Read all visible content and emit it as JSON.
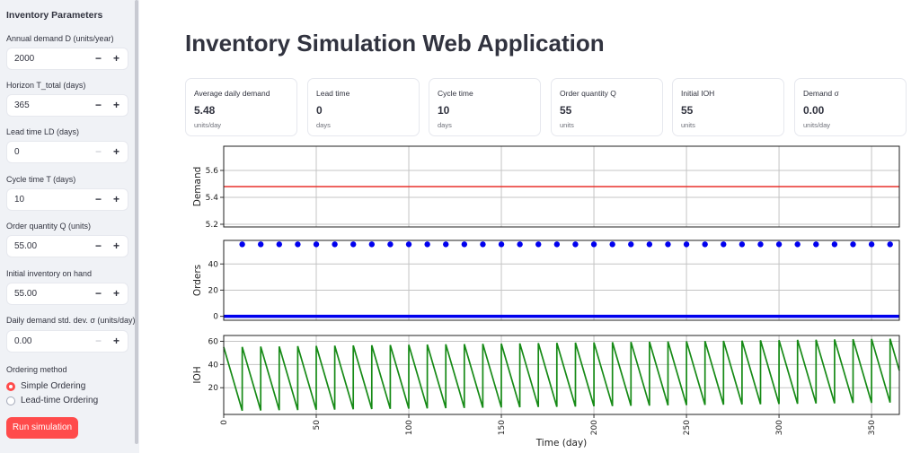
{
  "sidebar": {
    "title": "Inventory Parameters",
    "fields": [
      {
        "label": "Annual demand D (units/year)",
        "value": "2000",
        "minus_disabled": false
      },
      {
        "label": "Horizon T_total (days)",
        "value": "365",
        "minus_disabled": false
      },
      {
        "label": "Lead time LD (days)",
        "value": "0",
        "minus_disabled": true
      },
      {
        "label": "Cycle time T (days)",
        "value": "10",
        "minus_disabled": false
      },
      {
        "label": "Order quantity Q (units)",
        "value": "55.00",
        "minus_disabled": false
      },
      {
        "label": "Initial inventory on hand",
        "value": "55.00",
        "minus_disabled": false
      },
      {
        "label": "Daily demand std. dev. σ (units/day)",
        "value": "0.00",
        "minus_disabled": true
      }
    ],
    "minus_symbol": "−",
    "plus_symbol": "+",
    "ordering": {
      "label": "Ordering method",
      "options": [
        "Simple Ordering",
        "Lead-time Ordering"
      ],
      "selected": 0
    },
    "run_button": "Run simulation"
  },
  "main": {
    "title": "Inventory Simulation Web Application",
    "metrics": [
      {
        "label": "Average daily demand",
        "value": "5.48",
        "unit": "units/day"
      },
      {
        "label": "Lead time",
        "value": "0",
        "unit": "days"
      },
      {
        "label": "Cycle time",
        "value": "10",
        "unit": "days"
      },
      {
        "label": "Order quantity Q",
        "value": "55",
        "unit": "units"
      },
      {
        "label": "Initial IOH",
        "value": "55",
        "unit": "units"
      },
      {
        "label": "Demand σ",
        "value": "0.00",
        "unit": "units/day"
      }
    ]
  },
  "colors": {
    "accent": "#ff4b4b",
    "demand_line": "#e8302b",
    "orders": "#0000ee",
    "ioh_line": "#168a16"
  },
  "chart_data": [
    {
      "type": "line",
      "ylabel": "Demand",
      "xlim": [
        0,
        365
      ],
      "ylim": [
        5.18,
        5.78
      ],
      "yticks": [
        5.2,
        5.4,
        5.6
      ],
      "grid": true,
      "series": [
        {
          "x": [
            0,
            365
          ],
          "values": [
            5.48,
            5.48
          ]
        }
      ]
    },
    {
      "type": "scatter",
      "ylabel": "Orders",
      "xlim": [
        0,
        365
      ],
      "ylim": [
        -3,
        58
      ],
      "yticks": [
        0,
        20,
        40
      ],
      "grid": true,
      "order_quantity": 55,
      "order_days": [
        10,
        20,
        30,
        40,
        50,
        60,
        70,
        80,
        90,
        100,
        110,
        120,
        130,
        140,
        150,
        160,
        170,
        180,
        190,
        200,
        210,
        220,
        230,
        240,
        250,
        260,
        270,
        280,
        290,
        300,
        310,
        320,
        330,
        340,
        350,
        360
      ]
    },
    {
      "type": "line",
      "ylabel": "IOH",
      "xlabel": "Time (day)",
      "xlim": [
        0,
        365
      ],
      "ylim": [
        -3,
        65
      ],
      "yticks": [
        20,
        40,
        60
      ],
      "xticks": [
        0,
        50,
        100,
        150,
        200,
        250,
        300,
        350
      ],
      "grid": true,
      "cycle_days": 10,
      "daily_demand": 5.48,
      "order_quantity": 55,
      "initial": 55
    }
  ]
}
